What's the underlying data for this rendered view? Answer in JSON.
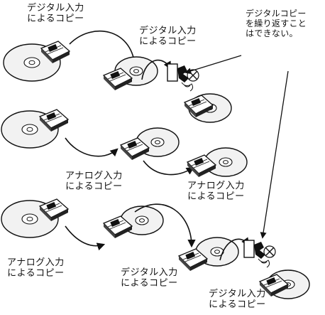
{
  "labels": {
    "digital_copy": [
      "デジタル入力",
      "によるコピー"
    ],
    "analog_copy": [
      "アナログ入力",
      "によるコピー"
    ],
    "note": [
      "デジタルコピー",
      "を繰り返すこと",
      "はできない。"
    ]
  },
  "colors": {
    "ink": "#111111",
    "paper": "#ffffff",
    "disc_fill": "#f2f2f2"
  },
  "icons": [
    "cd-disc-icon",
    "minidisc-icon",
    "curved-arrow-icon",
    "scms-block-icon"
  ]
}
